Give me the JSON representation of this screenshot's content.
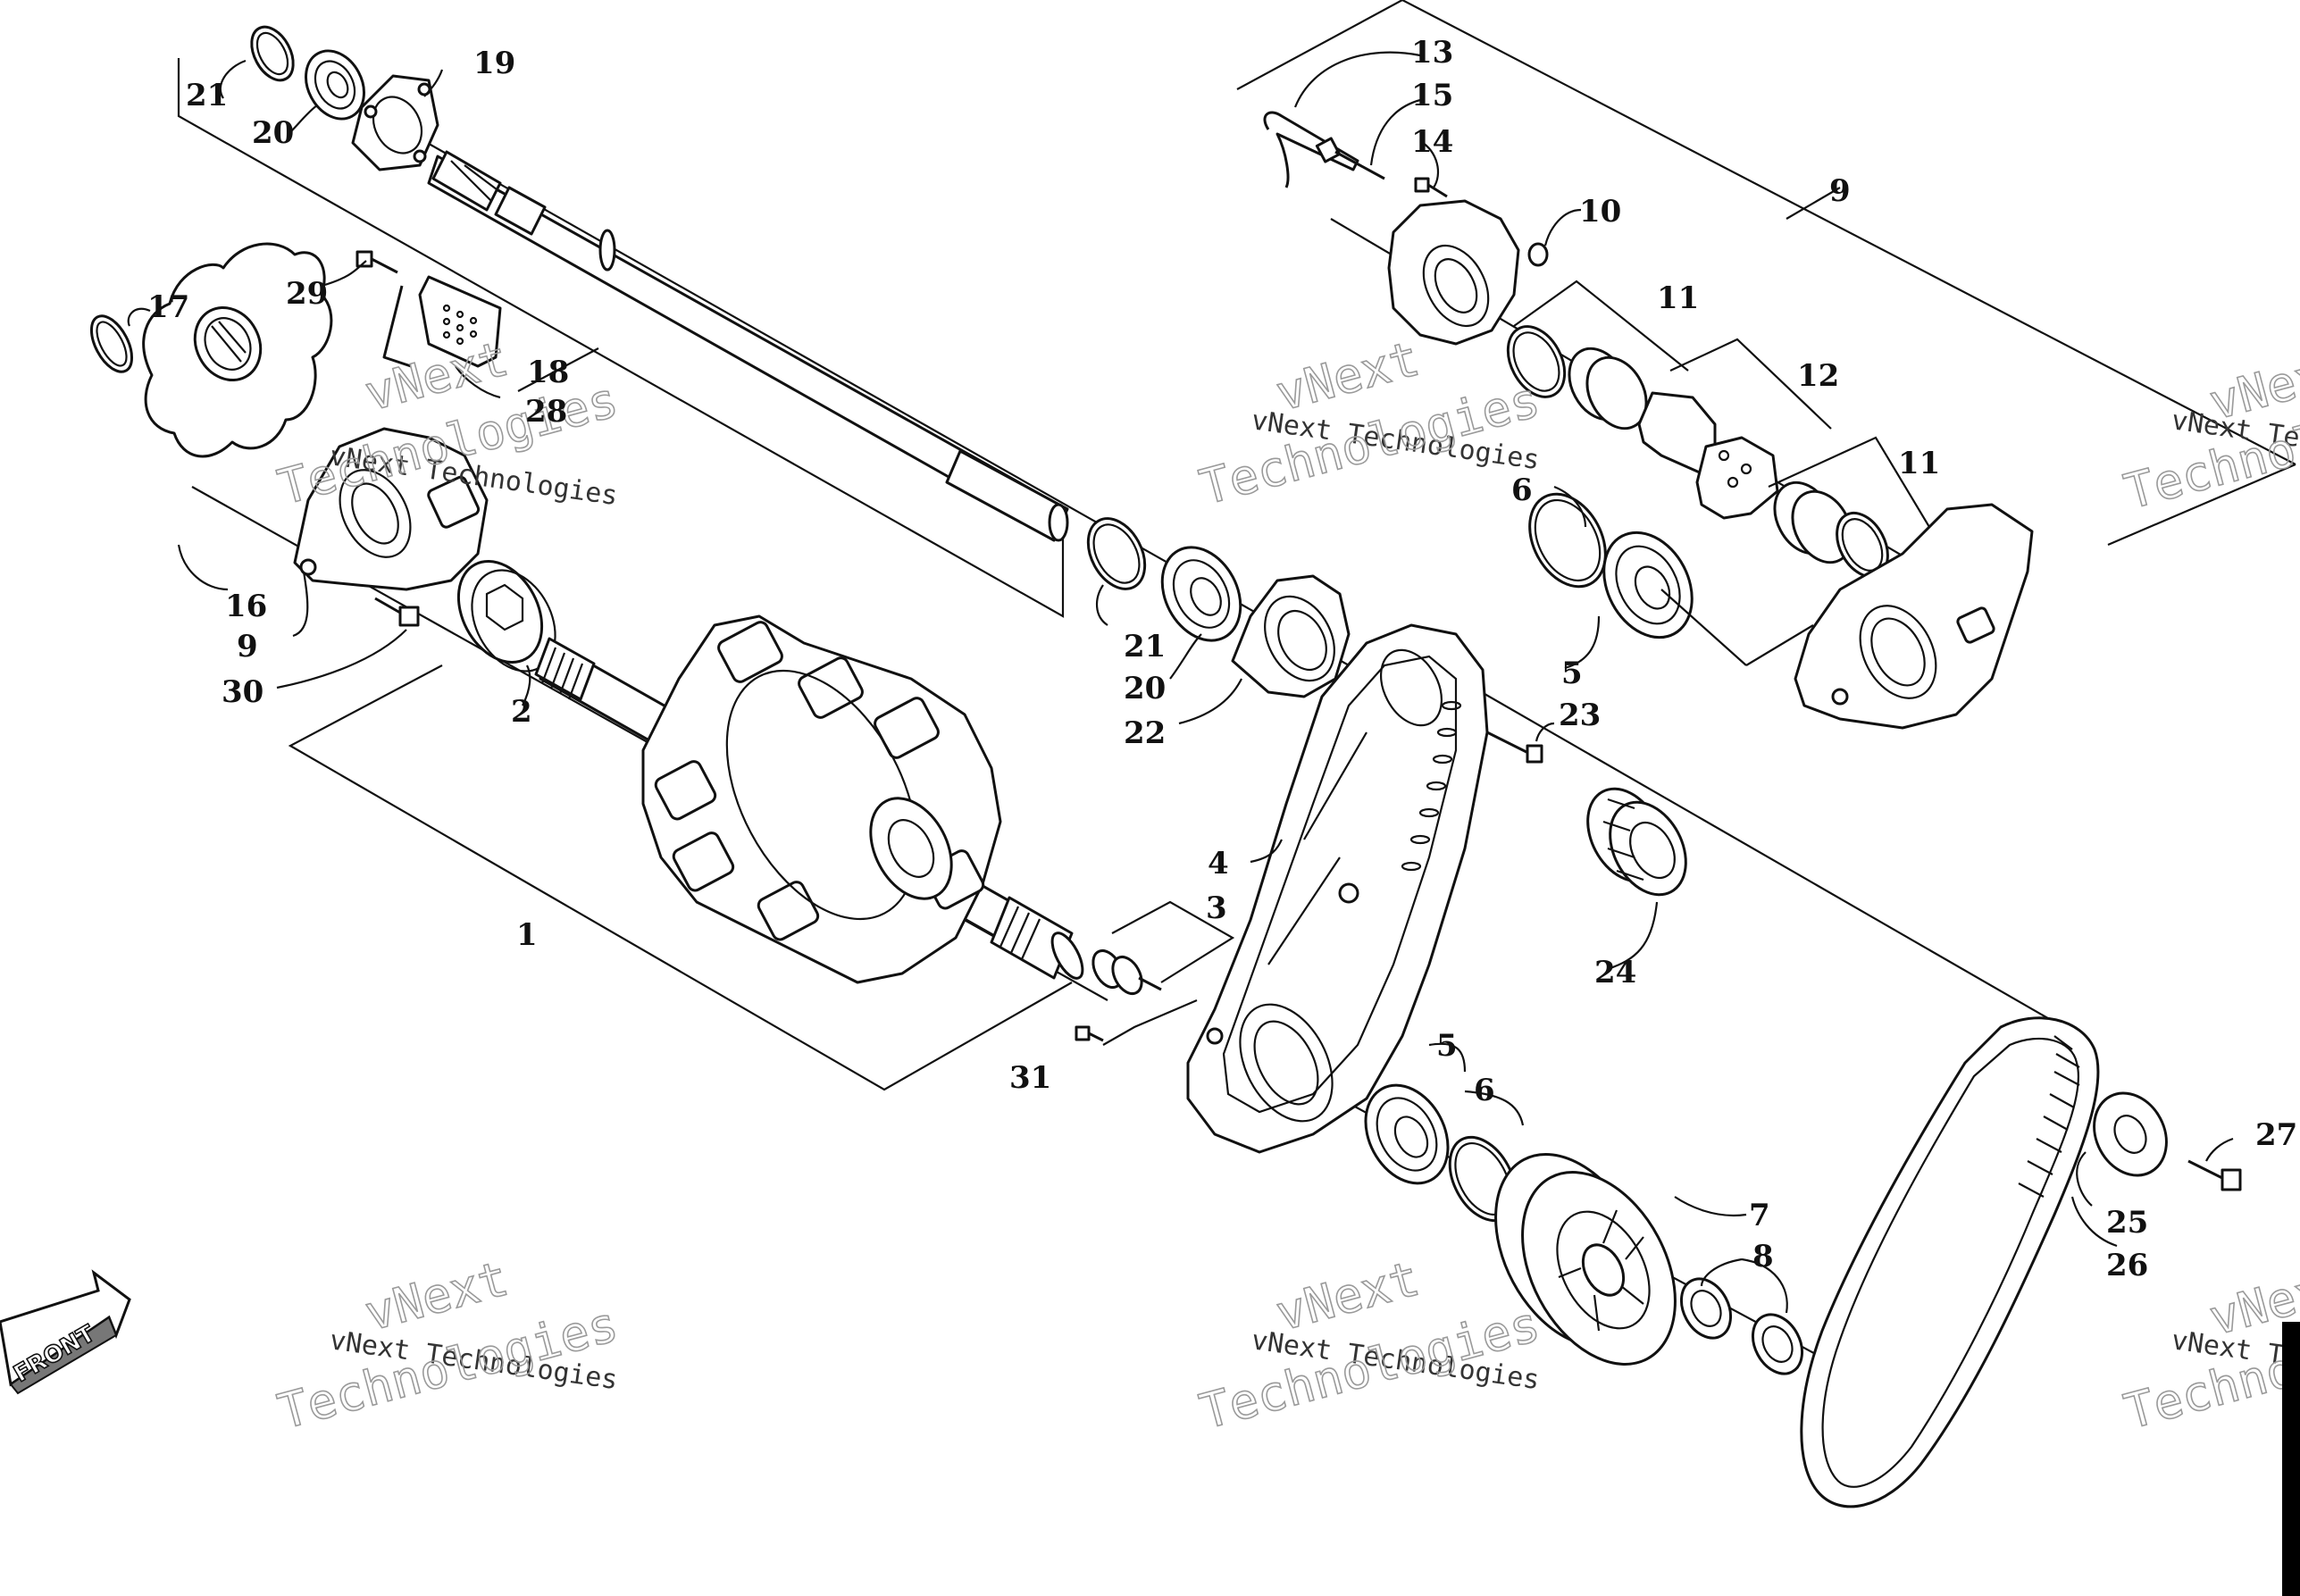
{
  "diagram": {
    "watermark": {
      "line1": "vNext",
      "line2": "vNext Technologies",
      "line3": "Technologies"
    },
    "front_label": "FRONT",
    "callouts": {
      "c1": "1",
      "c2": "2",
      "c3": "3",
      "c4": "4",
      "c5a": "5",
      "c5b": "5",
      "c6a": "6",
      "c6b": "6",
      "c7": "7",
      "c8": "8",
      "c9a": "9",
      "c9b": "9",
      "c10": "10",
      "c11a": "11",
      "c11b": "11",
      "c12": "12",
      "c13": "13",
      "c14": "14",
      "c15": "15",
      "c16": "16",
      "c17": "17",
      "c18": "18",
      "c19": "19",
      "c20a": "20",
      "c20b": "20",
      "c21a": "21",
      "c21b": "21",
      "c22": "22",
      "c23": "23",
      "c24": "24",
      "c25": "25",
      "c26": "26",
      "c27": "27",
      "c28": "28",
      "c29": "29",
      "c30": "30",
      "c31": "31"
    }
  }
}
